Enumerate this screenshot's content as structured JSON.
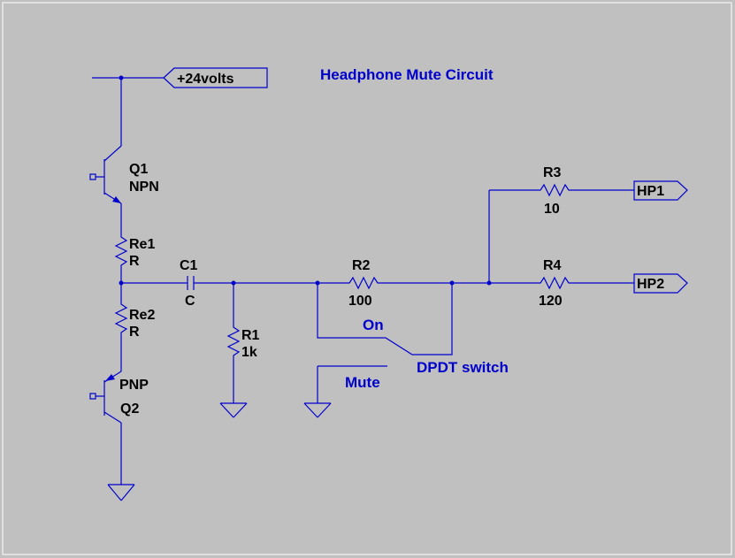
{
  "title": "Headphone Mute Circuit",
  "supply": {
    "label": "+24volts"
  },
  "transistors": [
    {
      "id": "Q1",
      "name": "Q1",
      "type": "NPN"
    },
    {
      "id": "Q2",
      "name": "Q2",
      "type": "PNP"
    }
  ],
  "resistors": [
    {
      "name": "Re1",
      "value": "R"
    },
    {
      "name": "Re2",
      "value": "R"
    },
    {
      "name": "R1",
      "value": "1k"
    },
    {
      "name": "R2",
      "value": "100"
    },
    {
      "name": "R3",
      "value": "10"
    },
    {
      "name": "R4",
      "value": "120"
    }
  ],
  "capacitor": {
    "name": "C1",
    "value": "C"
  },
  "switch": {
    "label": "DPDT switch",
    "on_label": "On",
    "mute_label": "Mute"
  },
  "outputs": [
    {
      "label": "HP1"
    },
    {
      "label": "HP2"
    }
  ],
  "colors": {
    "background": "#c0c0c0",
    "wire": "#0000cc",
    "label": "#000000",
    "accent_text": "#0000cc",
    "frame": "#ffffff"
  }
}
